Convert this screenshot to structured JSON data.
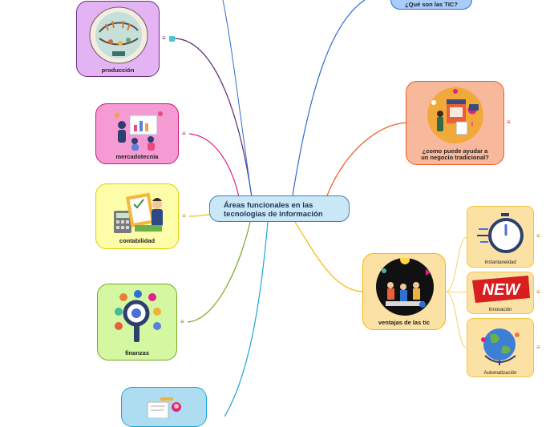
{
  "central": {
    "line1": "Áreas funcionales en las",
    "line2": "tecnologias de información"
  },
  "left_nodes": {
    "produccion": "producción",
    "mercadotecnia": "mercadotecnia",
    "contabilidad": "contabilidad",
    "finanzas": "finanzas"
  },
  "right_nodes": {
    "que_son": "¿Qué son las TIC?",
    "como_ayuda_1": "¿como puede ayudar a",
    "como_ayuda_2": "un negocio tradicional?",
    "ventajas": "ventajas de las tic"
  },
  "ventajas_children": {
    "instantaneidad": "Instantaneidad",
    "innovacion": "Innovación",
    "automatizacion": "Automatización"
  },
  "new_badge": "NEW",
  "note_glyph": "≡",
  "colors": {
    "produccion": "#e3b3f3",
    "mercadotecnia": "#f69ad3",
    "contabilidad": "#fdfca9",
    "finanzas": "#d4f7a2",
    "que_son": "#a9cdfb",
    "como_ayuda": "#f8b89c",
    "ventajas": "#fbe1a3",
    "children": "#fbe1a3",
    "central": "#c9e7f7"
  }
}
